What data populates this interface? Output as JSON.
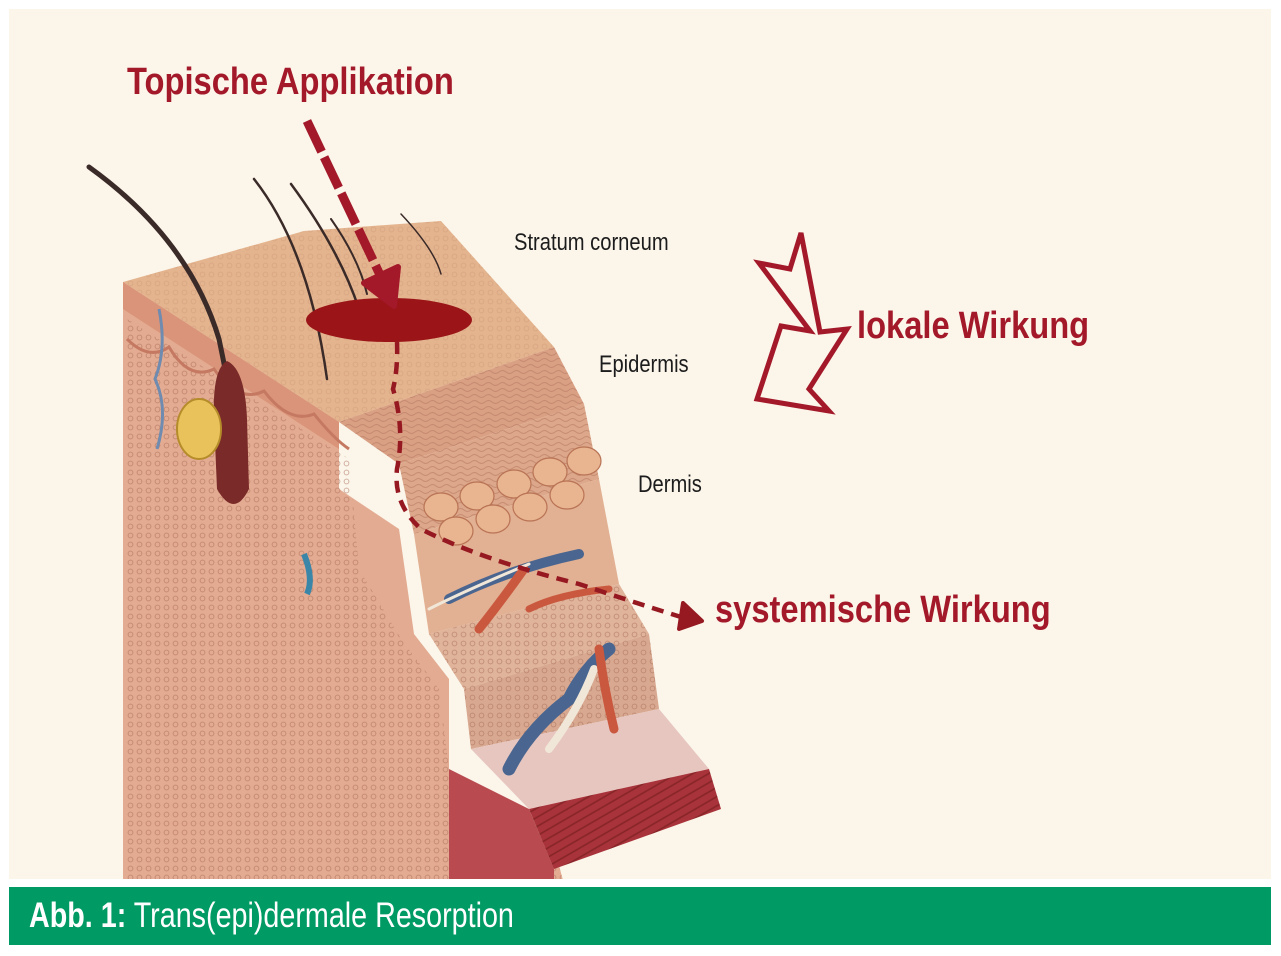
{
  "labels": {
    "topical": "Topische Applikation",
    "local": "lokale Wirkung",
    "systemic": "systemische Wirkung",
    "stratum": "Stratum corneum",
    "epidermis": "Epidermis",
    "dermis": "Dermis"
  },
  "caption": {
    "lead": "Abb. 1:",
    "text": " Trans(epi)dermale Resorption"
  },
  "colors": {
    "accent": "#a3192a",
    "caption_bar": "#009a64",
    "background": "#fbf5ea"
  }
}
